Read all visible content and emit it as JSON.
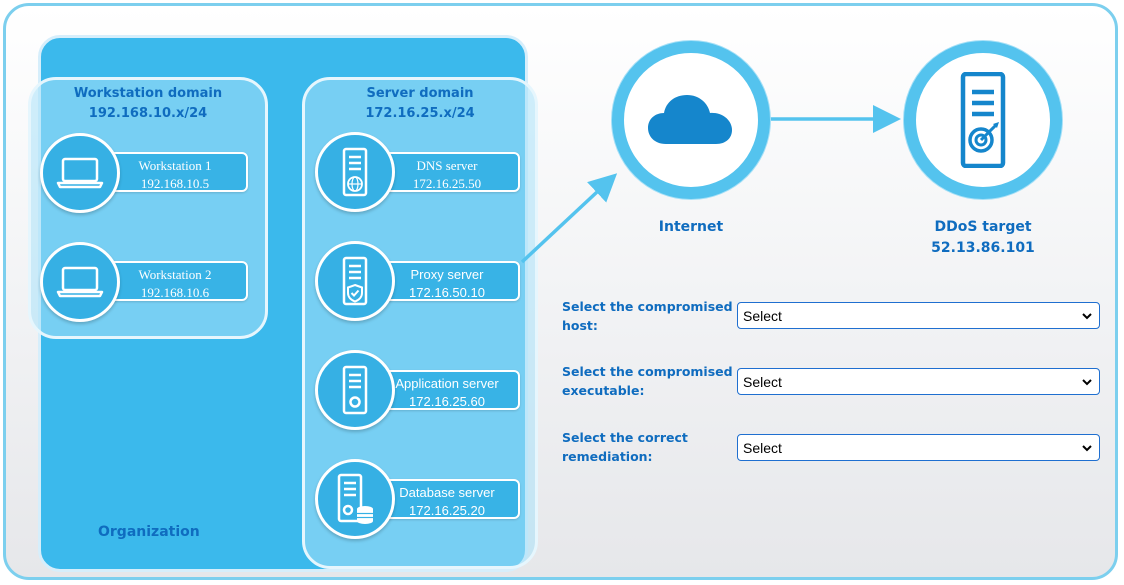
{
  "organization": {
    "label": "Organization"
  },
  "workstation_domain": {
    "title": "Workstation domain",
    "subnet": "192.168.10.x/24",
    "hosts": [
      {
        "name": "Workstation 1",
        "ip": "192.168.10.5",
        "icon": "laptop-icon"
      },
      {
        "name": "Workstation 2",
        "ip": "192.168.10.6",
        "icon": "laptop-icon"
      }
    ]
  },
  "server_domain": {
    "title": "Server domain",
    "subnet": "172.16.25.x/24",
    "hosts": [
      {
        "name": "DNS server",
        "ip": "172.16.25.50",
        "icon": "dns-server-icon"
      },
      {
        "name": "Proxy server",
        "ip": "172.16.50.10",
        "icon": "proxy-server-icon"
      },
      {
        "name": "Application server",
        "ip": "172.16.25.60",
        "icon": "application-server-icon"
      },
      {
        "name": "Database server",
        "ip": "172.16.25.20",
        "icon": "database-server-icon"
      }
    ]
  },
  "internet": {
    "label": "Internet",
    "icon": "cloud-icon"
  },
  "ddos_target": {
    "label": "DDoS target",
    "ip": "52.13.86.101",
    "icon": "target-server-icon"
  },
  "questions": [
    {
      "line1": "Select the compromised",
      "line2": "host:",
      "selected": "Select"
    },
    {
      "line1": "Select the compromised",
      "line2": "executable:",
      "selected": "Select"
    },
    {
      "line1": "Select the correct",
      "line2": "remediation:",
      "selected": "Select"
    }
  ],
  "colors": {
    "accent_blue": "#0f6cbf",
    "panel_blue": "#3bb9ec",
    "ring_blue": "#54c3ee",
    "select_border": "#1f6fd0"
  }
}
